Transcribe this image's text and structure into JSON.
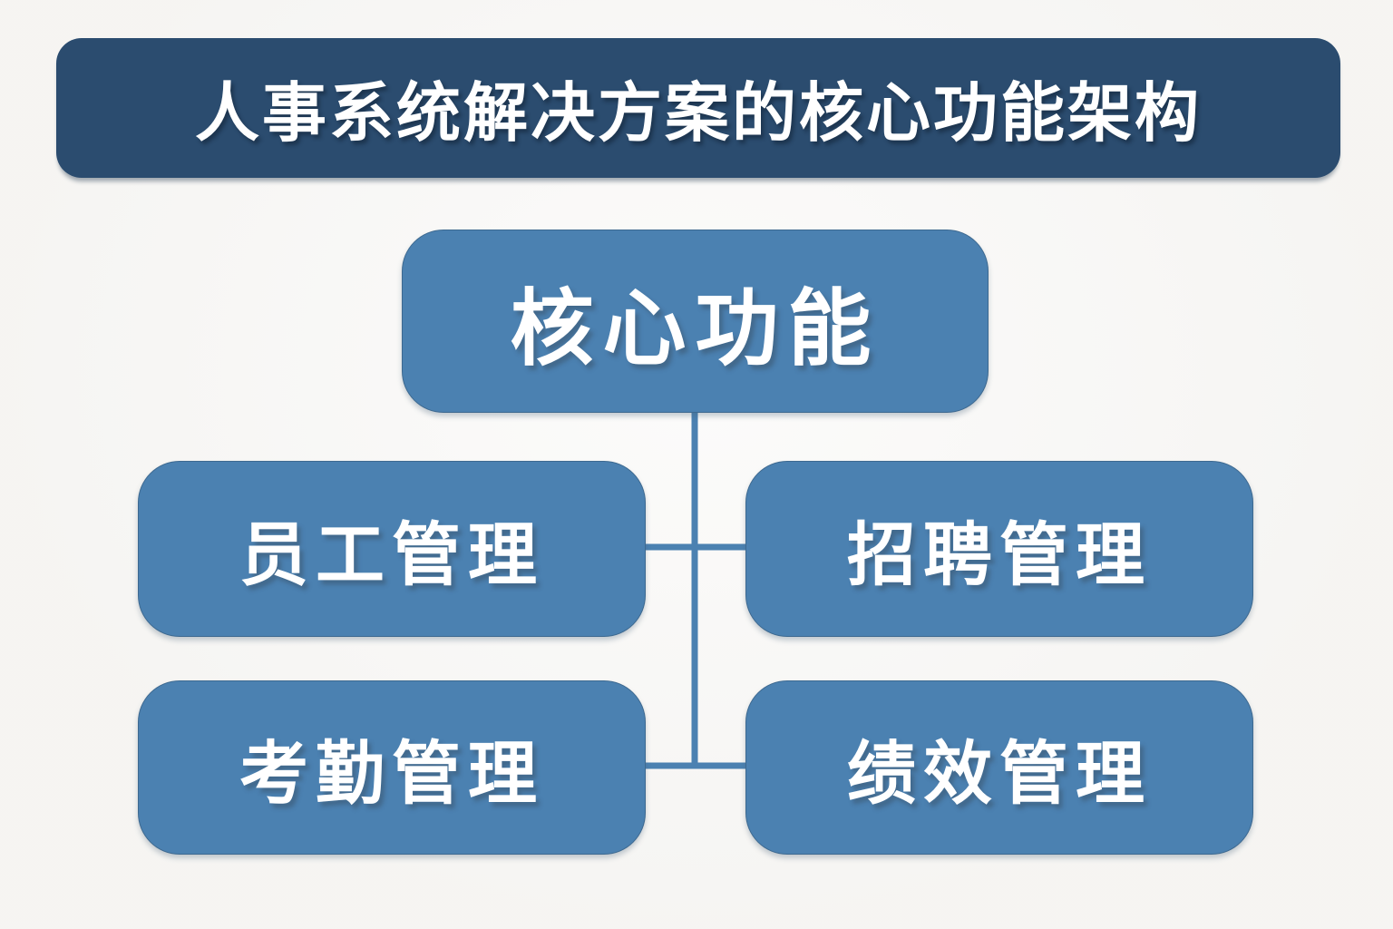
{
  "header": {
    "title": "人事系统解决方案的核心功能架构"
  },
  "diagram": {
    "root": {
      "label": "核心功能"
    },
    "children": [
      {
        "label": "员工管理"
      },
      {
        "label": "招聘管理"
      },
      {
        "label": "考勤管理"
      },
      {
        "label": "绩效管理"
      }
    ]
  },
  "colors": {
    "background": "#f7f6f4",
    "titleBarBg": "#2b4c6f",
    "nodeBg": "#4b81b1",
    "connector": "#4b81b1",
    "text": "#ffffff"
  }
}
